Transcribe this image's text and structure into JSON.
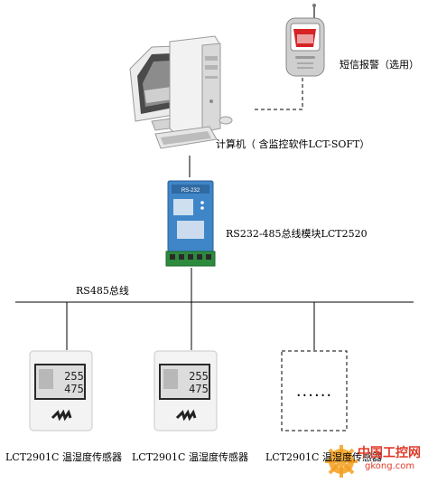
{
  "nodes": {
    "computer": {
      "label": "计算机（ 含监控软件LCT-SOFT）"
    },
    "phone": {
      "label": "短信报警（选用）"
    },
    "module": {
      "label": "RS232-485总线模块LCT2520",
      "device_text": "RS-232"
    },
    "bus": {
      "label": "RS485总线"
    },
    "sensors": [
      {
        "label": "LCT2901C 温湿度传感器",
        "reading_top": "255",
        "reading_bottom": "475"
      },
      {
        "label": "LCT2901C 温湿度传感器",
        "reading_top": "255",
        "reading_bottom": "475"
      },
      {
        "label": "LCT2901C 温湿度传感器",
        "placeholder": "......"
      }
    ]
  },
  "watermark": {
    "text_cn": "中国工控网",
    "text_en": "gkong.com"
  },
  "colors": {
    "line": "#000000",
    "module_blue": "#3f86c8",
    "module_green": "#2e8b3e",
    "phone_red": "#d62424",
    "device_gray": "#d8d8d8",
    "watermark_red": "#e03a2a",
    "watermark_orange": "#f4a020"
  }
}
